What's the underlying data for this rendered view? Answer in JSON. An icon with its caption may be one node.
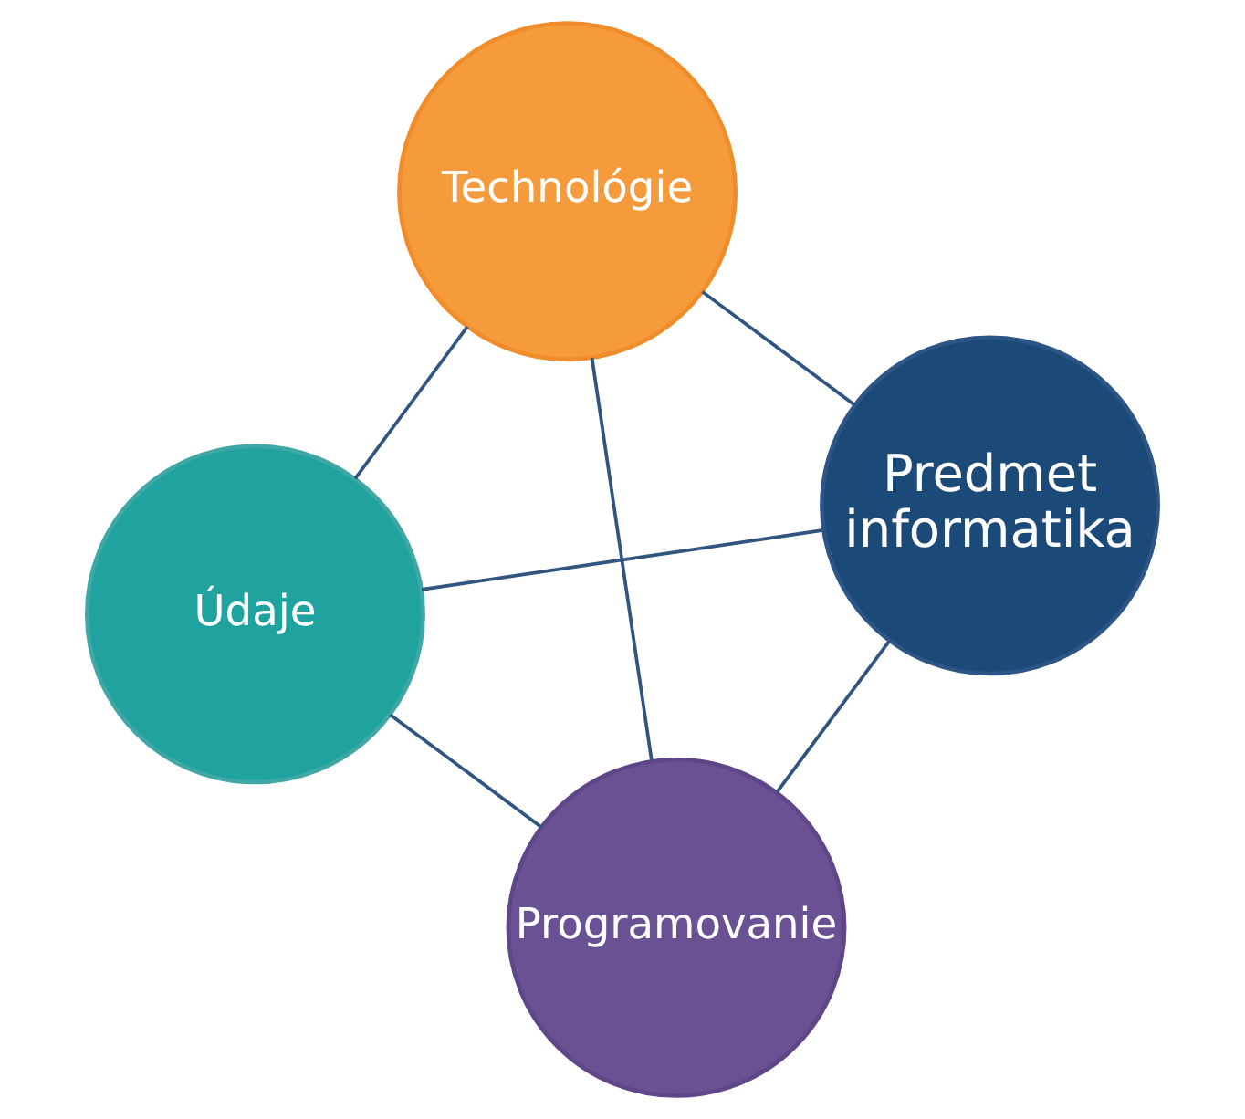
{
  "diagram": {
    "nodes": [
      {
        "text": [
          "Údaje"
        ]
      },
      {
        "text": [
          "Predmet informatika"
        ]
      },
      {
        "text": [
          "Programovanie"
        ]
      },
      {
        "text": [
          "Technológie"
        ]
      }
    ],
    "edges": [
      {
        "from": 1,
        "to": 0,
        "arrow": "none"
      },
      {
        "from": 1,
        "to": 2,
        "arrow": "none"
      },
      {
        "from": 1,
        "to": 3,
        "arrow": "none"
      },
      {
        "from": 0,
        "to": 2,
        "arrow": "none"
      },
      {
        "from": 0,
        "to": 3,
        "arrow": "none"
      },
      {
        "from": 2,
        "to": 3,
        "arrow": "none"
      }
    ]
  }
}
